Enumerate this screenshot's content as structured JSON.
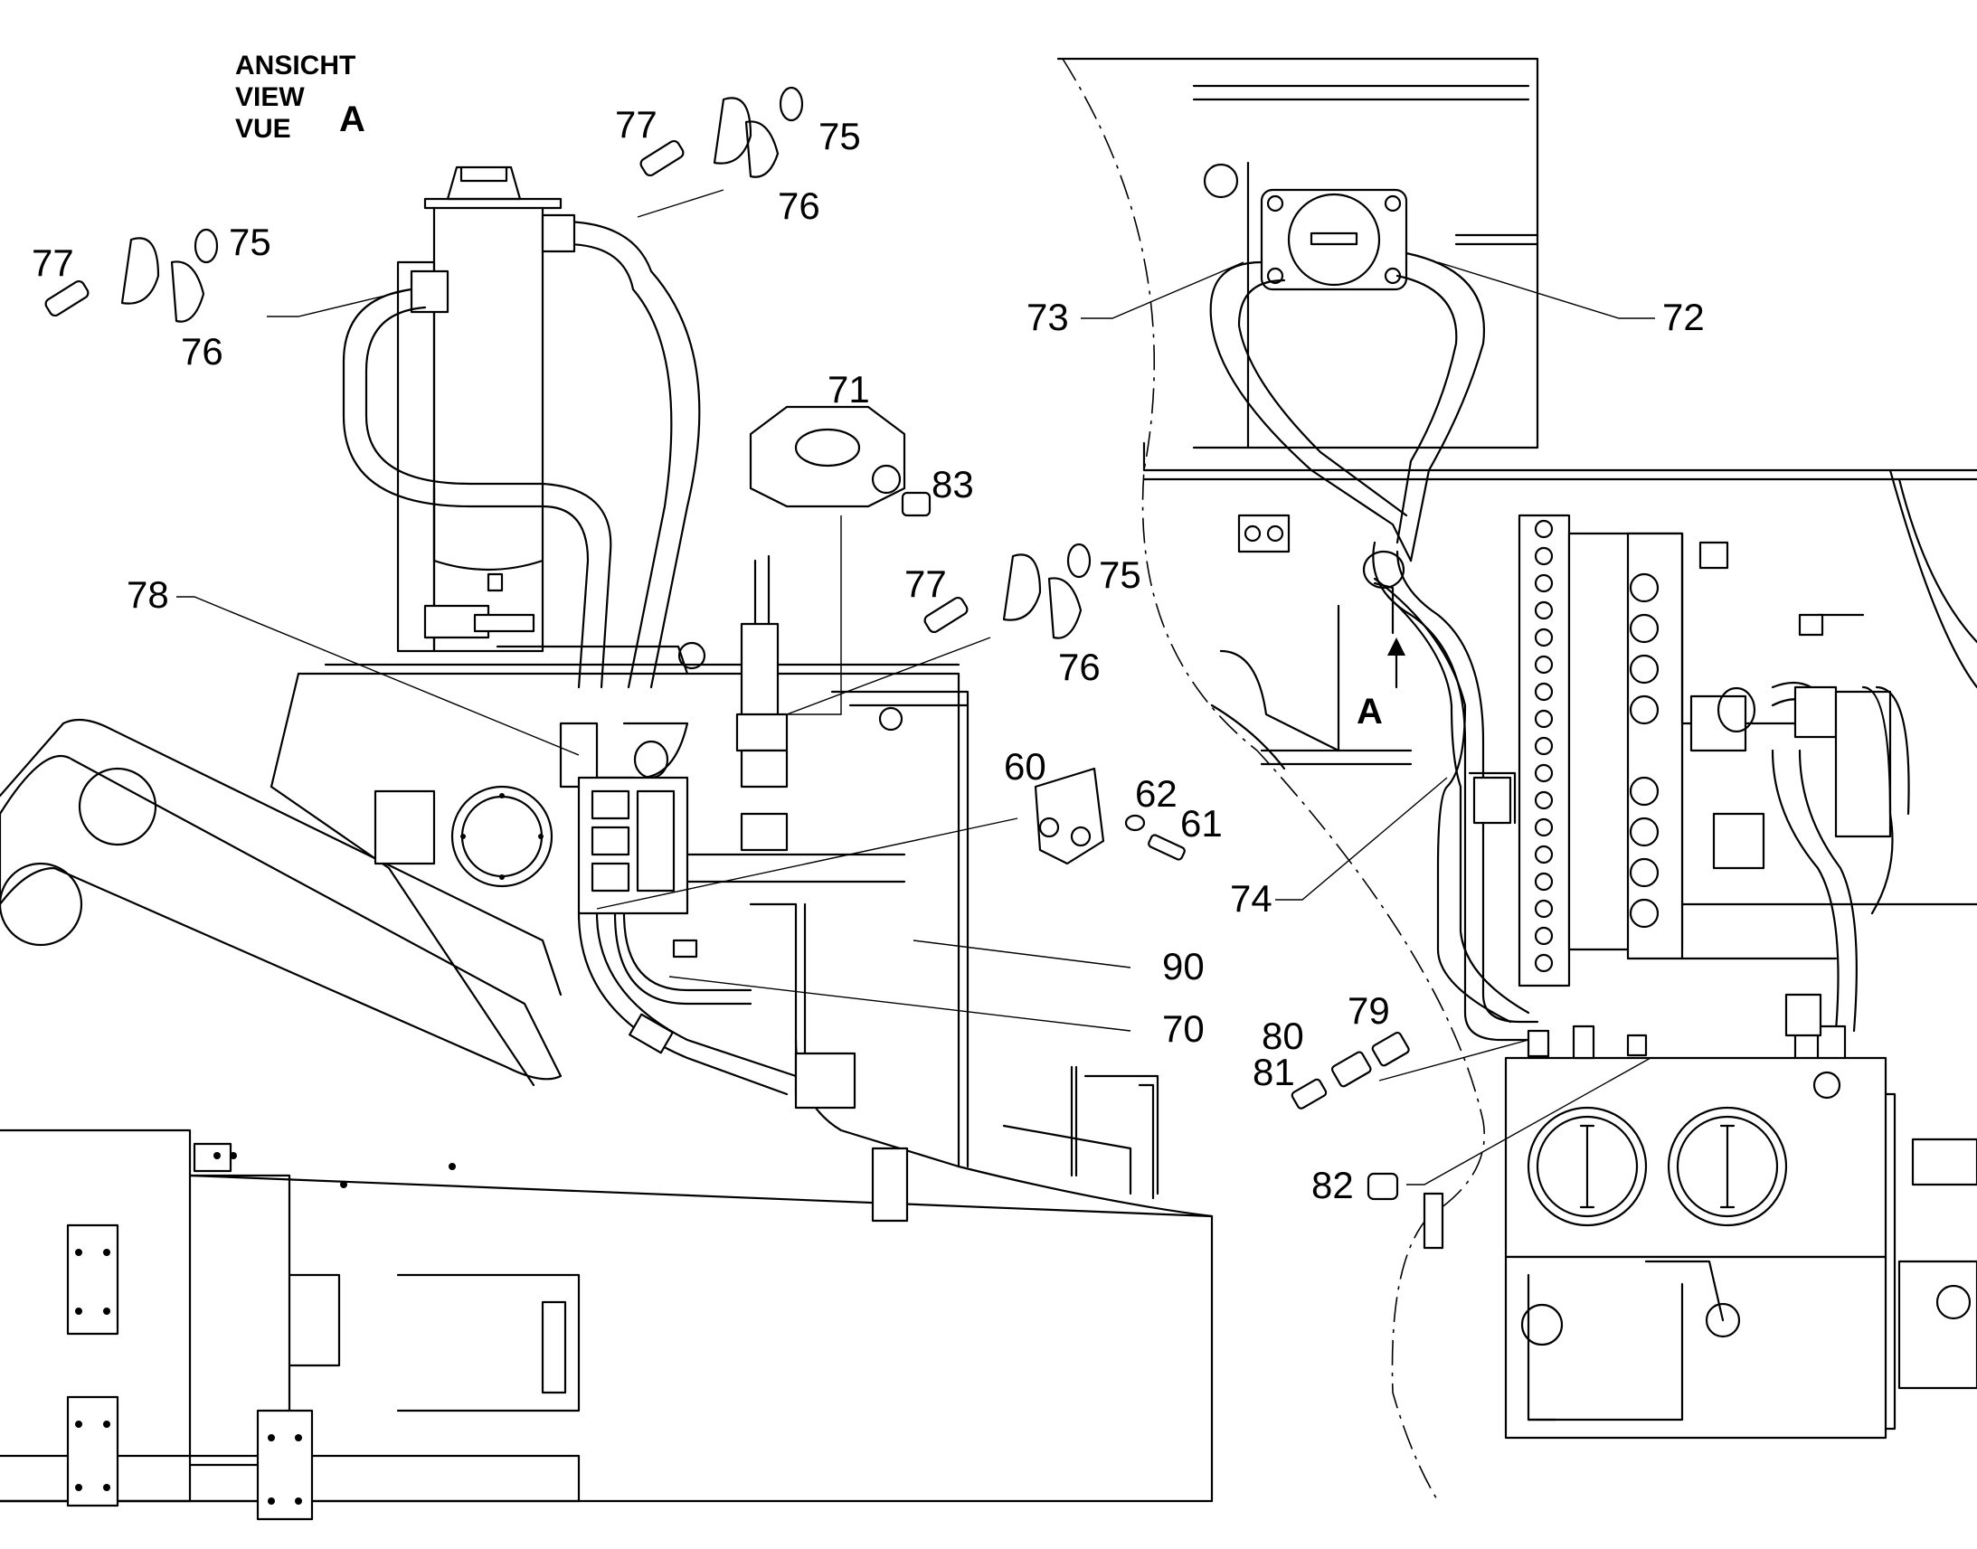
{
  "view_title": {
    "lines": [
      "ANSICHT",
      "VIEW",
      "VUE"
    ],
    "letter": "A"
  },
  "direction_marker": {
    "letter": "A"
  },
  "callouts": {
    "c60": "60",
    "c61": "61",
    "c62": "62",
    "c70": "70",
    "c71": "71",
    "c72": "72",
    "c73": "73",
    "c74": "74",
    "c75a": "75",
    "c75b": "75",
    "c75c": "75",
    "c76a": "76",
    "c76b": "76",
    "c76c": "76",
    "c77a": "77",
    "c77b": "77",
    "c77c": "77",
    "c78": "78",
    "c79": "79",
    "c80": "80",
    "c81": "81",
    "c82": "82",
    "c83": "83",
    "c90": "90"
  }
}
